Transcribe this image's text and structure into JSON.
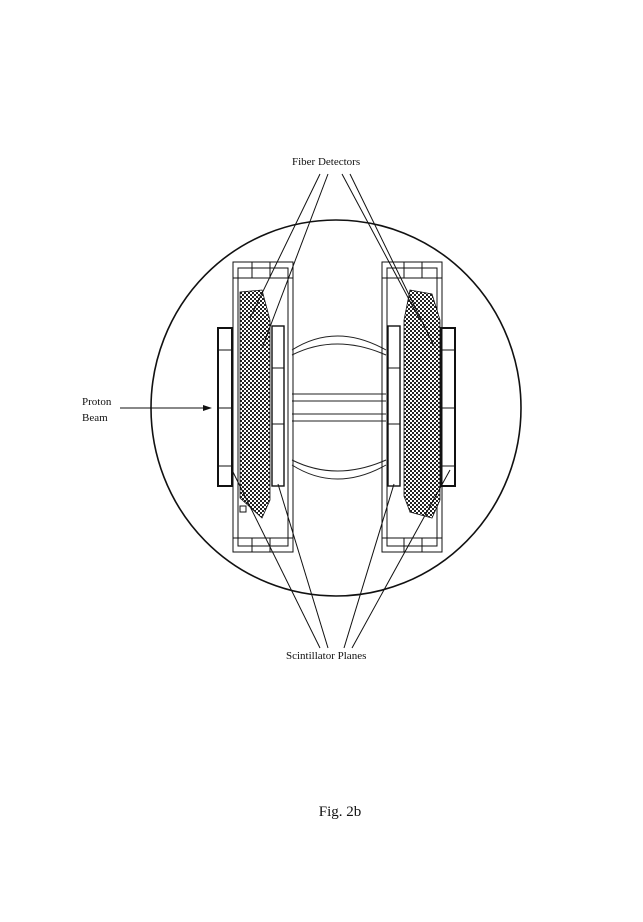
{
  "labels": {
    "fiber_detectors": "Fiber Detectors",
    "proton": "Proton",
    "beam": "Beam",
    "scintillator_planes": "Scintillator Planes"
  },
  "caption": "Fig. 2b"
}
